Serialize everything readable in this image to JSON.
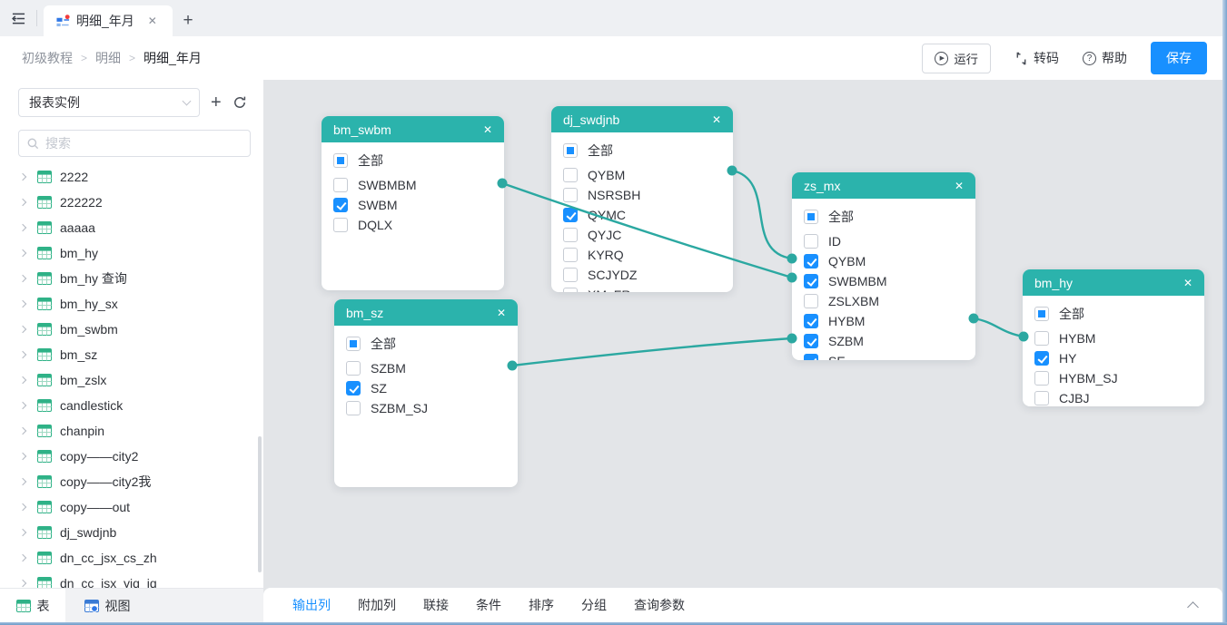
{
  "tabbar": {
    "tab_label": "明细_年月"
  },
  "breadcrumb": {
    "items": [
      "初级教程",
      "明细",
      "明细_年月"
    ],
    "separator": ">"
  },
  "toolbar": {
    "run_label": "运行",
    "transcode_label": "转码",
    "help_label": "帮助",
    "save_label": "保存"
  },
  "sidebar": {
    "source_select_value": "报表实例",
    "search_placeholder": "搜索",
    "items": [
      "2222",
      "222222",
      "aaaaa",
      "bm_hy",
      "bm_hy 查询",
      "bm_hy_sx",
      "bm_swbm",
      "bm_sz",
      "bm_zslx",
      "candlestick",
      "chanpin",
      "copy——city2",
      "copy——city2我",
      "copy——out",
      "dj_swdjnb",
      "dn_cc_jsx_cs_zh",
      "dn_cc_jsx_yjq_jq"
    ],
    "footer_tabs": [
      "表",
      "视图"
    ]
  },
  "canvas": {
    "cards": [
      {
        "title": "bm_swbm",
        "fields": [
          {
            "name": "全部",
            "state": "indeterminate"
          },
          {
            "name": "SWBMBM",
            "state": "unchecked"
          },
          {
            "name": "SWBM",
            "state": "checked"
          },
          {
            "name": "DQLX",
            "state": "unchecked"
          }
        ]
      },
      {
        "title": "dj_swdjnb",
        "fields": [
          {
            "name": "全部",
            "state": "indeterminate"
          },
          {
            "name": "QYBM",
            "state": "unchecked"
          },
          {
            "name": "NSRSBH",
            "state": "unchecked"
          },
          {
            "name": "QYMC",
            "state": "checked"
          },
          {
            "name": "QYJC",
            "state": "unchecked"
          },
          {
            "name": "KYRQ",
            "state": "unchecked"
          },
          {
            "name": "SCJYDZ",
            "state": "unchecked"
          },
          {
            "name": "XM_FR",
            "state": "unchecked"
          }
        ]
      },
      {
        "title": "zs_mx",
        "fields": [
          {
            "name": "全部",
            "state": "indeterminate"
          },
          {
            "name": "ID",
            "state": "unchecked"
          },
          {
            "name": "QYBM",
            "state": "checked"
          },
          {
            "name": "SWBMBM",
            "state": "checked"
          },
          {
            "name": "ZSLXBM",
            "state": "unchecked"
          },
          {
            "name": "HYBM",
            "state": "checked"
          },
          {
            "name": "SZBM",
            "state": "checked"
          },
          {
            "name": "SE",
            "state": "checked"
          }
        ]
      },
      {
        "title": "bm_sz",
        "fields": [
          {
            "name": "全部",
            "state": "indeterminate"
          },
          {
            "name": "SZBM",
            "state": "unchecked"
          },
          {
            "name": "SZ",
            "state": "checked"
          },
          {
            "name": "SZBM_SJ",
            "state": "unchecked"
          }
        ]
      },
      {
        "title": "bm_hy",
        "fields": [
          {
            "name": "全部",
            "state": "indeterminate"
          },
          {
            "name": "HYBM",
            "state": "unchecked"
          },
          {
            "name": "HY",
            "state": "checked"
          },
          {
            "name": "HYBM_SJ",
            "state": "unchecked"
          },
          {
            "name": "CJBJ",
            "state": "unchecked"
          }
        ]
      }
    ],
    "connections": [
      {
        "from": "bm_swbm",
        "to": "zs_mx.SWBMBM"
      },
      {
        "from": "dj_swdjnb",
        "to": "zs_mx.QYBM"
      },
      {
        "from": "bm_sz",
        "to": "zs_mx.SZBM"
      },
      {
        "from": "zs_mx.HYBM",
        "to": "bm_hy.HYBM"
      }
    ],
    "line_color": "#2ba8a1",
    "header_color": "#2bb3ac",
    "checkbox_color": "#1890ff"
  },
  "bottombar": {
    "tabs": [
      "输出列",
      "附加列",
      "联接",
      "条件",
      "排序",
      "分组",
      "查询参数"
    ],
    "active_tab": "输出列"
  }
}
